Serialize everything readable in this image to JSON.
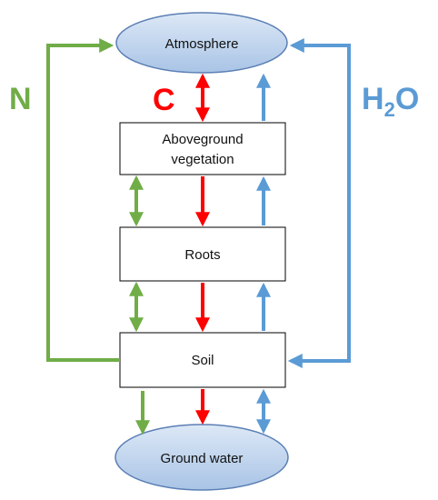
{
  "nodes": {
    "atmosphere": "Atmosphere",
    "aboveground_line1": "Aboveground",
    "aboveground_line2": "vegetation",
    "roots": "Roots",
    "soil": "Soil",
    "ground_water": "Ground water"
  },
  "cycles": {
    "nitrogen": "N",
    "carbon": "C",
    "water_base": "H",
    "water_sub": "2",
    "water_tail": "O"
  },
  "colors": {
    "nitrogen": "#70ad47",
    "carbon": "#ff0000",
    "water": "#5b9bd5",
    "ellipse_fill_top": "#dce8f6",
    "ellipse_fill_bottom": "#a9c4e6",
    "ellipse_stroke": "#5b7fb4",
    "box_stroke": "#000000"
  }
}
